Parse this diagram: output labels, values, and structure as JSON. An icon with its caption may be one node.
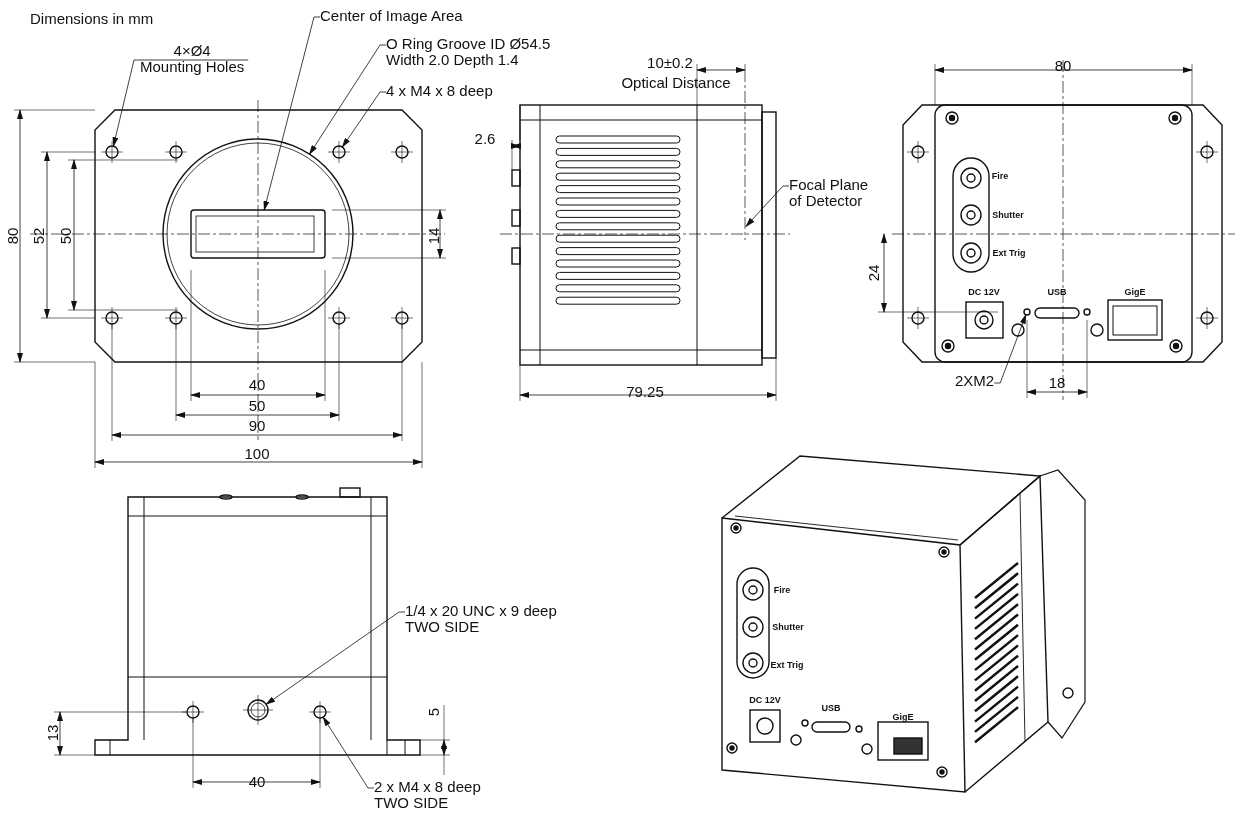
{
  "diagram": {
    "nodes": [
      {
        "text": [
          "4×Ø4",
          "Mounting Holes"
        ]
      },
      {
        "text": [
          "Center of Image Area"
        ]
      },
      {
        "text": [
          "O Ring Groove ID Ø54.5 Width 2.0 Depth 1.4"
        ]
      },
      {
        "text": [
          "4 x M4 x 8 deep"
        ]
      },
      {
        "text": [
          "Focal Plane of Detector"
        ]
      },
      {
        "text": [
          "2XM2"
        ]
      },
      {
        "text": [
          "1/4 x 20 UNC x 9 deep TWO SIDE"
        ]
      },
      {
        "text": [
          "2 x M4 x 8 deep TWO SIDE"
        ]
      },
      {
        "text": [],
        "shape": "circle"
      },
      {
        "text": [],
        "shape": "box",
        "in": 10
      },
      {
        "text": [],
        "shape": "circle"
      },
      {
        "text": [],
        "shape": "circle"
      },
      {
        "text": [],
        "shape": "line"
      },
      {
        "text": [],
        "shape": "circle"
      },
      {
        "text": [],
        "shape": "circle"
      },
      {
        "text": [],
        "shape": "circle"
      }
    ],
    "edges": [
      {
        "from": 0,
        "to": 8,
        "arrow": "to"
      },
      {
        "from": 1,
        "to": 9,
        "arrow": "to"
      },
      {
        "from": 2,
        "to": 10,
        "arrow": "to"
      },
      {
        "from": 3,
        "to": 11,
        "arrow": "to"
      },
      {
        "from": 4,
        "to": 12,
        "arrow": "to"
      },
      {
        "from": 5,
        "to": 13,
        "arrow": "to"
      },
      {
        "from": 6,
        "to": 14,
        "arrow": "to"
      },
      {
        "from": 7,
        "to": 15,
        "arrow": "to"
      }
    ],
    "labels": [
      "Dimensions in mm",
      "80",
      "52",
      "50",
      "14",
      "40",
      "50",
      "90",
      "100",
      "10±0.2",
      "Optical Distance",
      "2.6",
      "79.25",
      "80",
      "24",
      "18",
      "Fire",
      "Shutter",
      "Ext Trig",
      "DC 12V",
      "USB",
      "GigE",
      "13",
      "5",
      "40",
      "Fire",
      "Shutter",
      "Ext Trig",
      "DC 12V",
      "USB",
      "GigE"
    ]
  }
}
